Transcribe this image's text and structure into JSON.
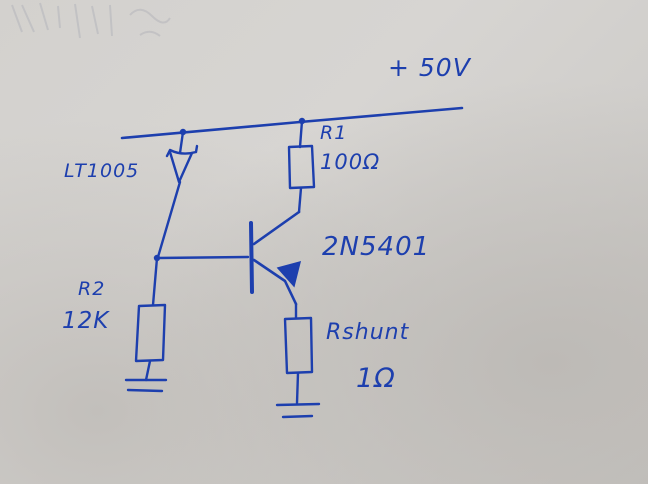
{
  "supply_voltage": "+ 50V",
  "zener_reference": "LT1005",
  "r1": {
    "name": "R1",
    "value": "100Ω"
  },
  "transistor": "2N5401",
  "r2": {
    "name": "R2",
    "value": "12K"
  },
  "rshunt": {
    "name": "Rshunt",
    "value": "1Ω"
  },
  "colors": {
    "ink": "#1d3fae",
    "paper": "#d3d1ce"
  }
}
